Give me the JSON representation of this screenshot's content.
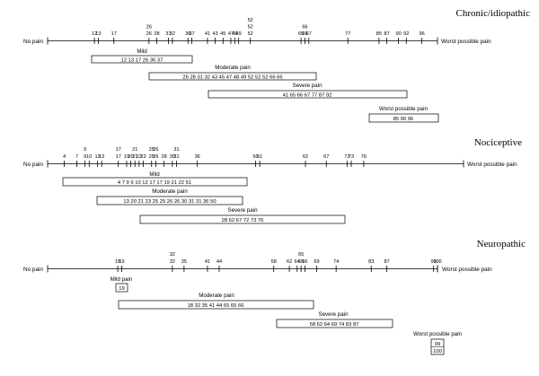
{
  "panels": [
    {
      "title": "Chronic/idiopathic",
      "left_label": "No pain",
      "right_label": "Worst possible pain",
      "tick_rows": [
        [
          "12",
          "13",
          "17",
          "26",
          "28",
          "31",
          "32",
          "36",
          "37",
          "41",
          "43",
          "45",
          "47",
          "48",
          "49",
          "52",
          "65",
          "66",
          "67",
          "77",
          "85",
          "87",
          "90",
          "92",
          "96"
        ],
        [
          "26",
          "52",
          "66"
        ],
        [
          "52"
        ]
      ],
      "groups": [
        {
          "label": "Mild",
          "values": "12 13 17 26 36 37"
        },
        {
          "label": "Moderate pain",
          "values": "26 28 31 32 43 45 47 48 49 52 52 52 66 66"
        },
        {
          "label": "Severe pain",
          "values": "41 65 66 67 77 87 92"
        },
        {
          "label": "Worst possible pain",
          "values": "85 90 96"
        }
      ]
    },
    {
      "title": "Nociceptive",
      "left_label": "No pain",
      "right_label": "Worst possible pain",
      "tick_rows": [
        [
          "4",
          "7",
          "9",
          "10",
          "12",
          "13",
          "17",
          "19",
          "20",
          "21",
          "22",
          "23",
          "25",
          "26",
          "28",
          "30",
          "31",
          "36",
          "50",
          "51",
          "62",
          "67",
          "72",
          "73",
          "76"
        ],
        [
          "9",
          "17",
          "21",
          "25",
          "26",
          "31"
        ]
      ],
      "groups": [
        {
          "label": "Mild",
          "values": "4 7 9 9 10 12 17 17 19 21 22 51"
        },
        {
          "label": "Moderate pain",
          "values": "13 20 21 23 25 25 26 26 30 31 31 36 50"
        },
        {
          "label": "Severe pain",
          "values": "28 62 67 72 73 76"
        }
      ]
    },
    {
      "title": "Neuropathic",
      "left_label": "No pain",
      "right_label": "Worst possible pain",
      "tick_rows": [
        [
          "18",
          "19",
          "32",
          "35",
          "41",
          "44",
          "58",
          "62",
          "64",
          "65",
          "66",
          "69",
          "74",
          "83",
          "87",
          "99",
          "100"
        ],
        [
          "32",
          "65"
        ]
      ],
      "groups": [
        {
          "label": "Mild pain",
          "values": "19"
        },
        {
          "label": "Moderate pain",
          "values": "18 32 35 41 44 65 65 66"
        },
        {
          "label": "Severe pain",
          "values": "58 62 64 69 74 83 87"
        },
        {
          "label": "Worst possible pain",
          "values": "99 100",
          "stacked": true
        }
      ]
    }
  ]
}
